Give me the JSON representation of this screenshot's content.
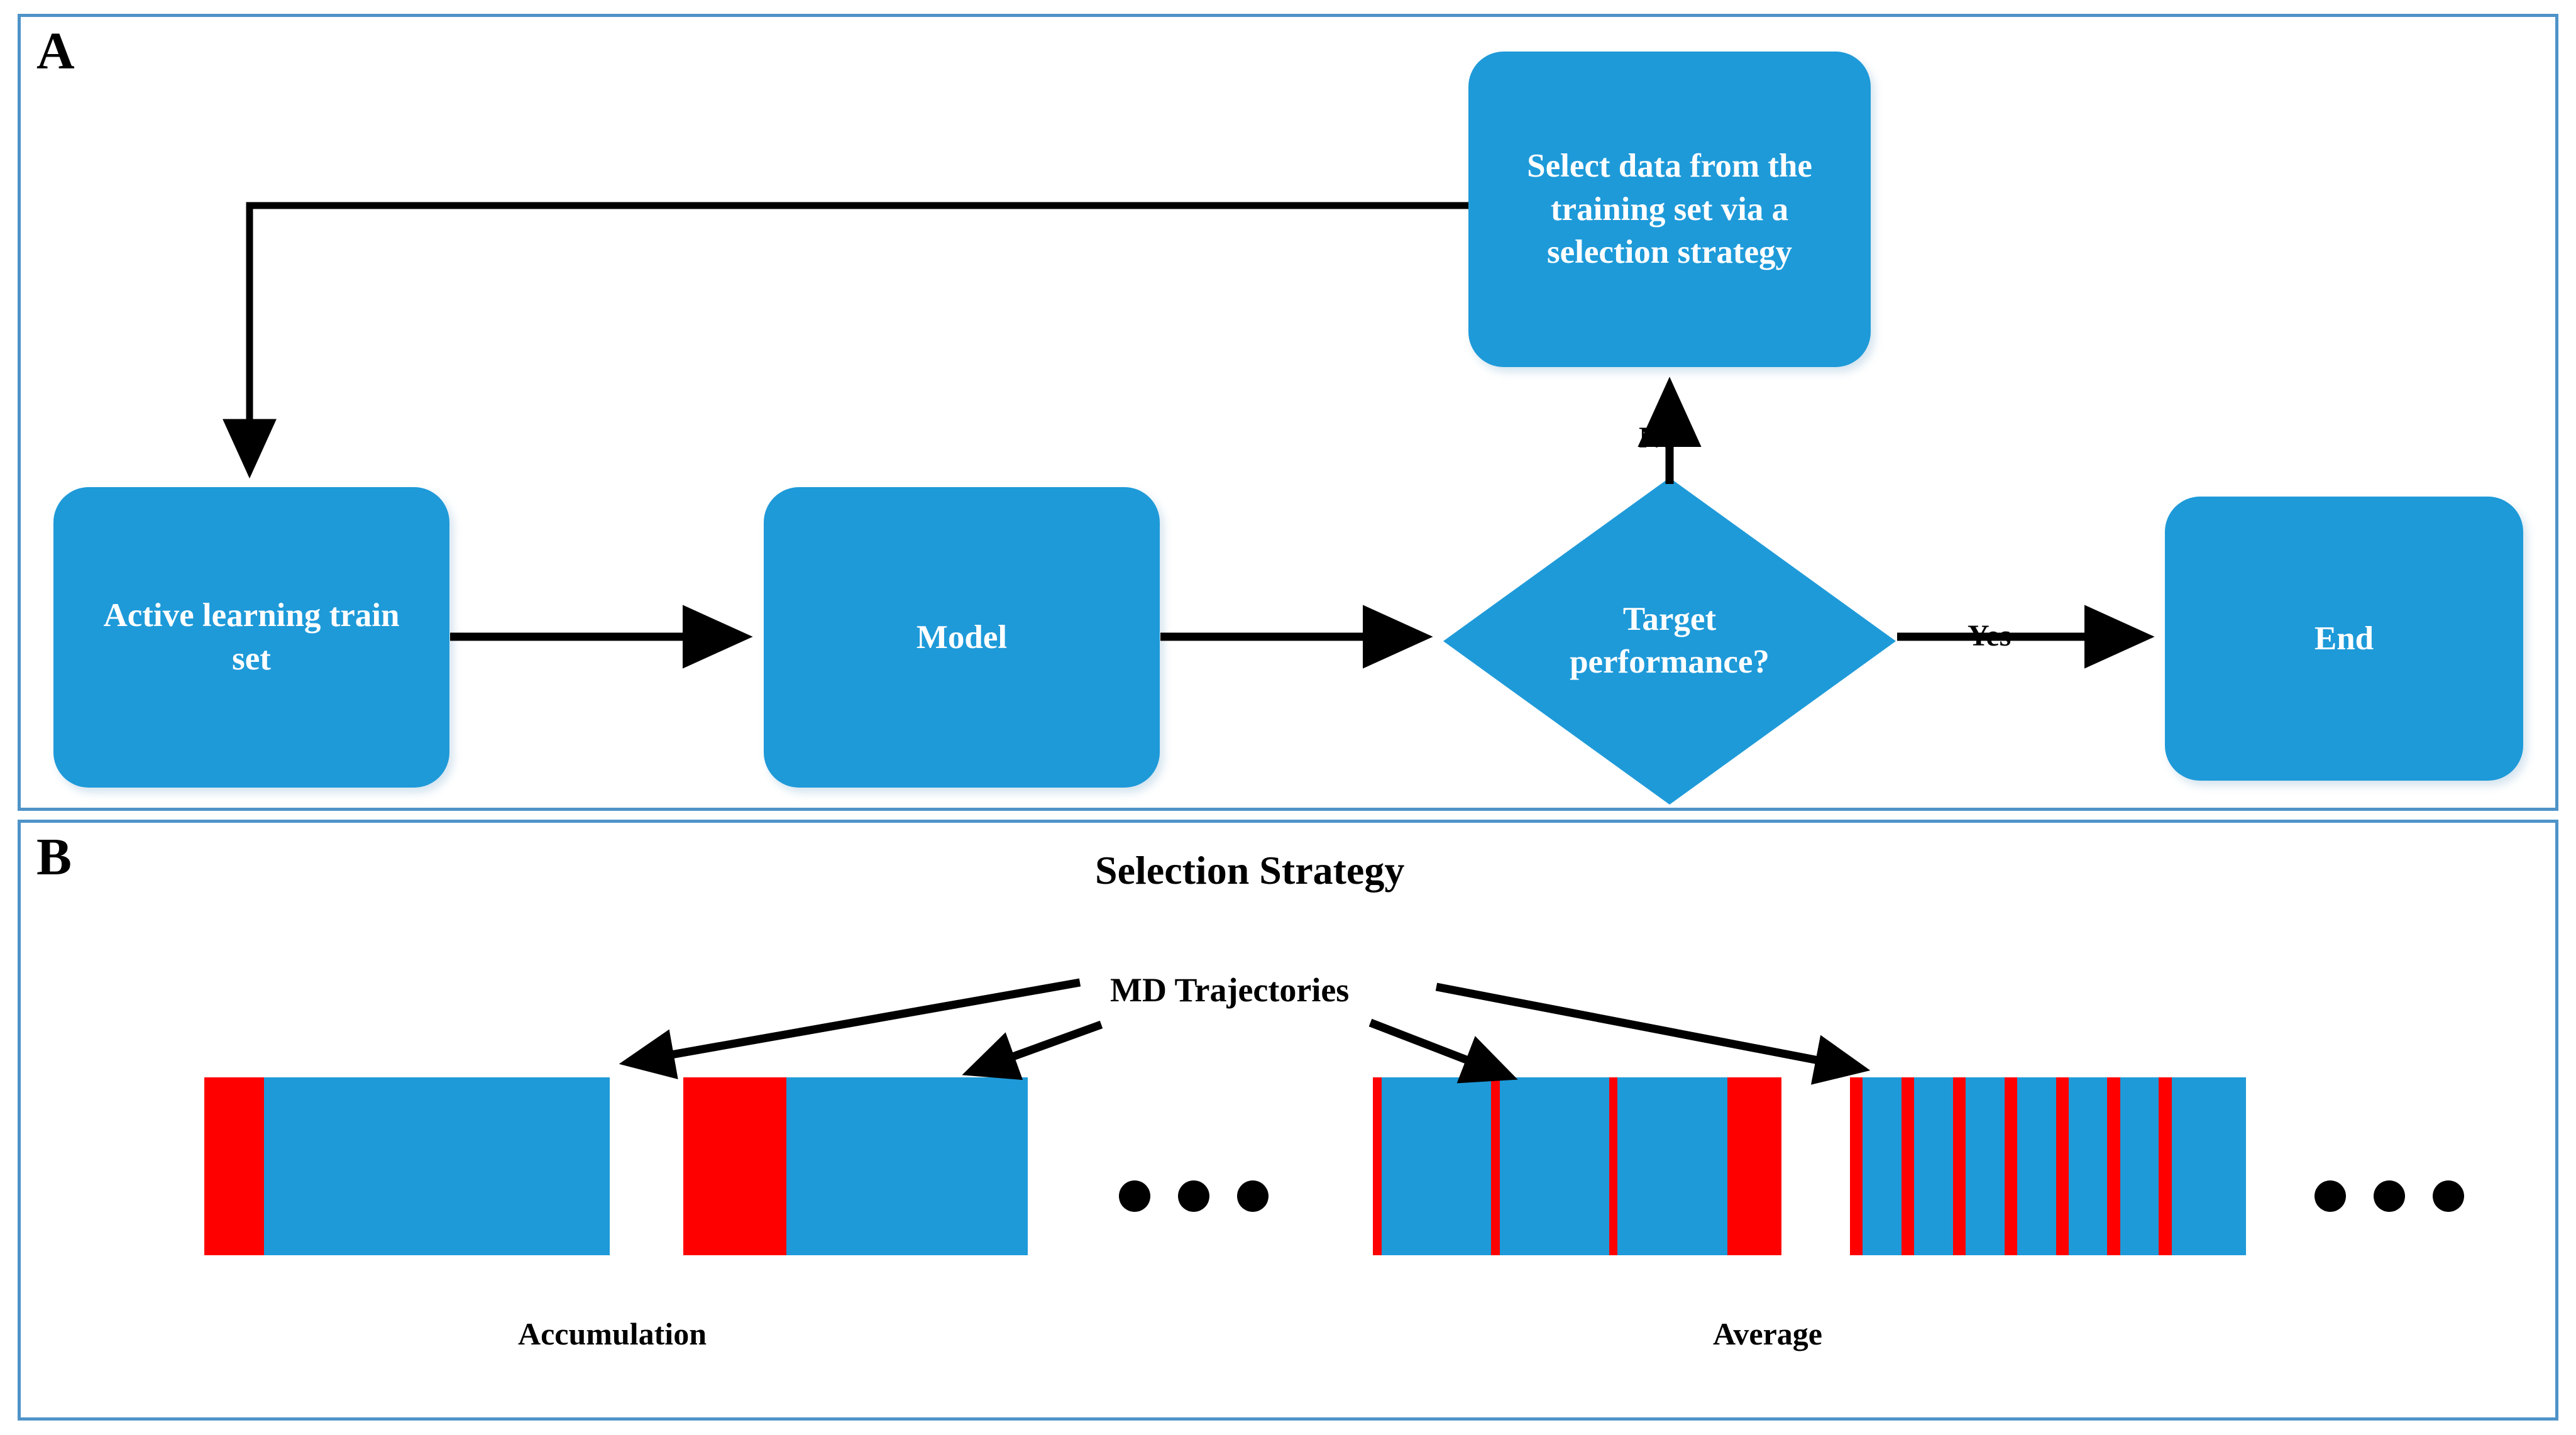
{
  "figure": {
    "panels": [
      {
        "id": "A",
        "label": "A"
      },
      {
        "id": "B",
        "label": "B"
      }
    ]
  },
  "panel_a": {
    "label": "A",
    "nodes": [
      {
        "id": "select-data",
        "label": "Select data from the training set via a selection strategy",
        "shape": "rounded-rect",
        "fill": "#1E9AD9",
        "text_color": "#FFFFFF"
      },
      {
        "id": "train-set",
        "label": "Active learning train set",
        "shape": "rounded-rect",
        "fill": "#1E9AD9",
        "text_color": "#FFFFFF"
      },
      {
        "id": "model",
        "label": "Model",
        "shape": "rounded-rect",
        "fill": "#1E9AD9",
        "text_color": "#FFFFFF"
      },
      {
        "id": "decision",
        "label": "Target performance?",
        "shape": "diamond",
        "fill": "#1E9AD9",
        "text_color": "#FFFFFF"
      },
      {
        "id": "end",
        "label": "End",
        "shape": "rounded-rect",
        "fill": "#1E9AD9",
        "text_color": "#FFFFFF"
      }
    ],
    "edge_labels": {
      "no": "N0",
      "yes": "Yes"
    }
  },
  "panel_b": {
    "label": "B",
    "title": "Selection Strategy",
    "source_label": "MD Trajectories",
    "captions": {
      "left": "Accumulation",
      "right": "Average"
    },
    "ellipsis_dot_count": 3,
    "colors": {
      "selected": "#FF0000",
      "trajectory": "#1E9AD9"
    },
    "trajectories": [
      {
        "id": "traj-1",
        "group": "Accumulation",
        "segments": [
          {
            "color": "#FF0000",
            "frac": 0.148
          },
          {
            "color": "#1E9AD9",
            "frac": 0.852
          }
        ]
      },
      {
        "id": "traj-2",
        "group": "Accumulation",
        "segments": [
          {
            "color": "#FF0000",
            "frac": 0.3
          },
          {
            "color": "#1E9AD9",
            "frac": 0.7
          }
        ]
      },
      {
        "id": "traj-3",
        "group": "Average",
        "segments": [
          {
            "color": "#FF0000",
            "frac": 0.021
          },
          {
            "color": "#1E9AD9",
            "frac": 0.268
          },
          {
            "color": "#FF0000",
            "frac": 0.021
          },
          {
            "color": "#1E9AD9",
            "frac": 0.268
          },
          {
            "color": "#FF0000",
            "frac": 0.021
          },
          {
            "color": "#1E9AD9",
            "frac": 0.268
          },
          {
            "color": "#FF0000",
            "frac": 0.133
          }
        ]
      },
      {
        "id": "traj-4",
        "group": "Average",
        "segments": [
          {
            "color": "#FF0000",
            "frac": 0.032
          },
          {
            "color": "#1E9AD9",
            "frac": 0.098
          },
          {
            "color": "#FF0000",
            "frac": 0.032
          },
          {
            "color": "#1E9AD9",
            "frac": 0.098
          },
          {
            "color": "#FF0000",
            "frac": 0.032
          },
          {
            "color": "#1E9AD9",
            "frac": 0.098
          },
          {
            "color": "#FF0000",
            "frac": 0.032
          },
          {
            "color": "#1E9AD9",
            "frac": 0.098
          },
          {
            "color": "#FF0000",
            "frac": 0.032
          },
          {
            "color": "#1E9AD9",
            "frac": 0.098
          },
          {
            "color": "#FF0000",
            "frac": 0.032
          },
          {
            "color": "#1E9AD9",
            "frac": 0.098
          },
          {
            "color": "#FF0000",
            "frac": 0.032
          },
          {
            "color": "#1E9AD9",
            "frac": 0.188
          }
        ]
      }
    ]
  },
  "colors": {
    "panel_border": "#4E93C8",
    "node_fill": "#1E9AD9",
    "accent_red": "#FF0000",
    "arrow": "#000000",
    "background": "#FFFFFF"
  }
}
